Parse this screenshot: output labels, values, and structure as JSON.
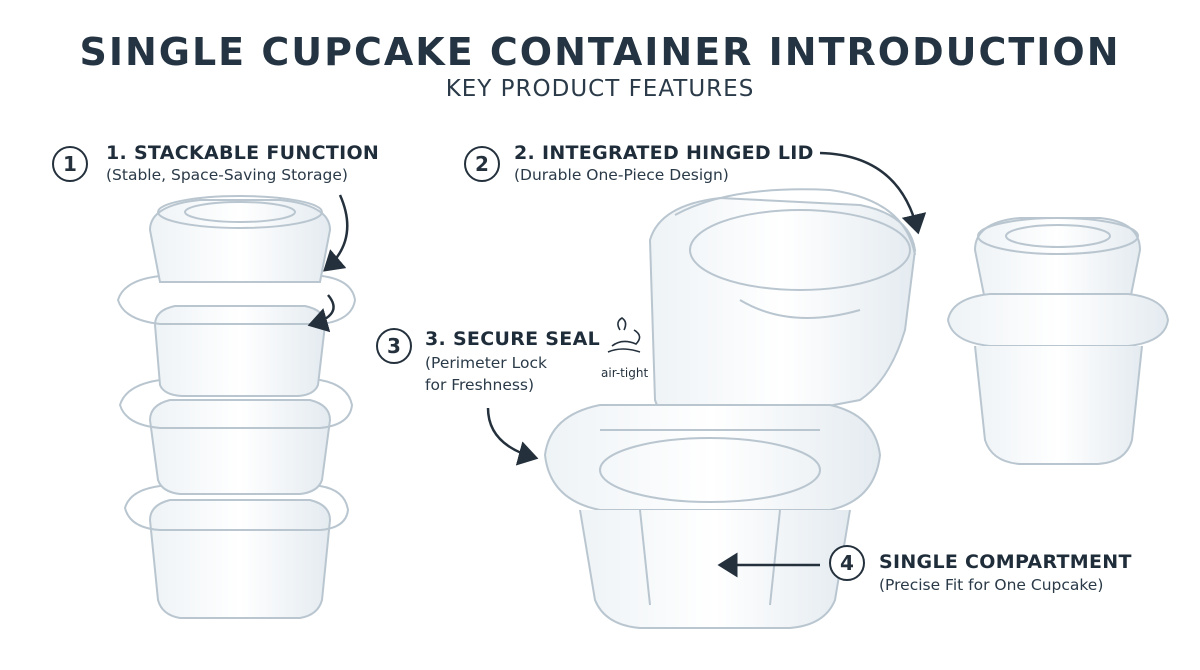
{
  "header": {
    "title": "SINGLE CUPCAKE CONTAINER INTRODUCTION",
    "subtitle": "KEY PRODUCT FEATURES"
  },
  "features": [
    {
      "number": "1",
      "title": "1. STACKABLE FUNCTION",
      "description": "(Stable, Space-Saving Storage)"
    },
    {
      "number": "2",
      "title": "2. INTEGRATED HINGED LID",
      "description": "(Durable One-Piece Design)"
    },
    {
      "number": "3",
      "title": "3. SECURE SEAL",
      "description_line1": "(Perimeter Lock",
      "description_line2": "for Freshness)",
      "icon_label": "air-tight"
    },
    {
      "number": "4",
      "title": "SINGLE COMPARTMENT",
      "description": "(Precise Fit for One Cupcake)"
    }
  ],
  "colors": {
    "text": "#1f2d3a",
    "container_stroke": "#b9c6d0",
    "arrow": "#24313d"
  }
}
